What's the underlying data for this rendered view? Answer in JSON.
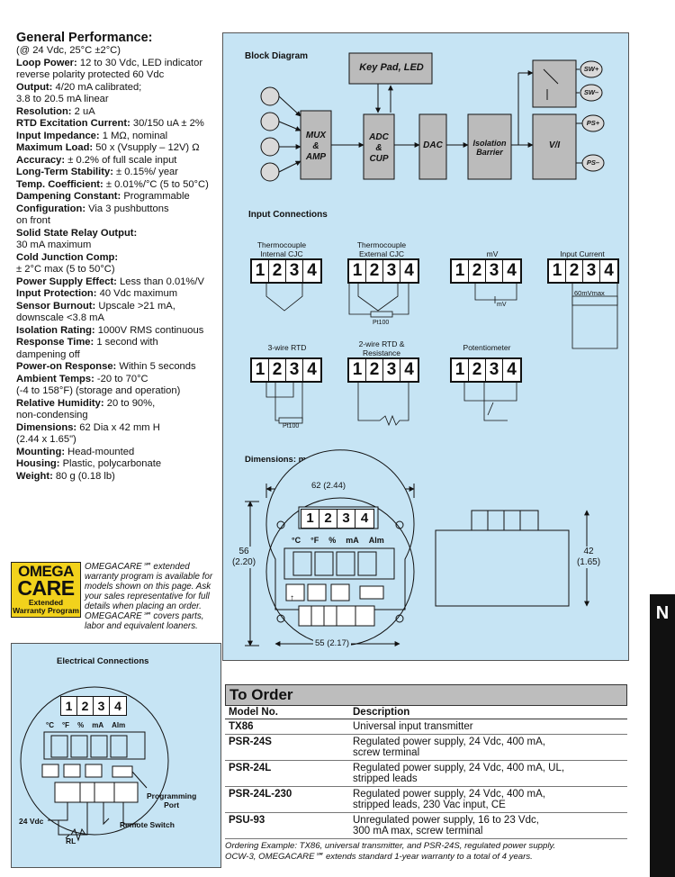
{
  "specs": {
    "title": "General Performance:",
    "subtitle": "(@ 24 Vdc, 25°C ±2°C)",
    "items": [
      {
        "label": "Loop Power:",
        "value": " 12 to 30 Vdc, LED indicator",
        "cont": [
          "reverse polarity protected 60 Vdc"
        ]
      },
      {
        "label": "Output:",
        "value": " 4/20 mA calibrated;",
        "cont": [
          "3.8 to 20.5 mA linear"
        ]
      },
      {
        "label": "Resolution:",
        "value": " 2 uA",
        "cont": []
      },
      {
        "label": "RTD Excitation Current:",
        "value": " 30/150 uA ± 2%",
        "cont": []
      },
      {
        "label": "Input Impedance:",
        "value": " 1 MΩ, nominal",
        "cont": []
      },
      {
        "label": "Maximum Load:",
        "value": " 50 x (Vsupply – 12V) Ω",
        "cont": []
      },
      {
        "label": "Accuracy:",
        "value": " ± 0.2% of full scale input",
        "cont": []
      },
      {
        "label": "Long-Term Stability:",
        "value": " ± 0.15%/ year",
        "cont": []
      },
      {
        "label": "Temp. Coefficient:",
        "value": " ± 0.01%/°C (5 to 50°C)",
        "cont": []
      },
      {
        "label": "Dampening Constant:",
        "value": " Programmable",
        "cont": []
      },
      {
        "label": "Configuration:",
        "value": " Via 3 pushbuttons",
        "cont": [
          "on front"
        ]
      },
      {
        "label": "Solid State Relay Output:",
        "value": "",
        "cont": [
          "30 mA maximum"
        ]
      },
      {
        "label": "Cold Junction Comp:",
        "value": "",
        "cont": [
          "± 2°C max (5 to 50°C)"
        ]
      },
      {
        "label": "Power Supply Effect:",
        "value": " Less than 0.01%/V",
        "cont": []
      },
      {
        "label": "Input Protection:",
        "value": " 40 Vdc maximum",
        "cont": []
      },
      {
        "label": "Sensor Burnout:",
        "value": " Upscale >21 mA,",
        "cont": [
          "downscale <3.8 mA"
        ]
      },
      {
        "label": "Isolation Rating:",
        "value": " 1000V RMS continuous",
        "cont": []
      },
      {
        "label": "Response Time:",
        "value": " 1 second with",
        "cont": [
          "dampening off"
        ]
      },
      {
        "label": "Power-on Response:",
        "value": " Within 5 seconds",
        "cont": []
      },
      {
        "label": "Ambient Temps:",
        "value": " -20 to 70°C",
        "cont": [
          "(-4 to 158°F) (storage and operation)"
        ]
      },
      {
        "label": "Relative Humidity:",
        "value": " 20 to 90%,",
        "cont": [
          "non-condensing"
        ]
      },
      {
        "label": "Dimensions:",
        "value": " 62 Dia x 42 mm H",
        "cont": [
          "(2.44 x 1.65\")"
        ]
      },
      {
        "label": "Mounting:",
        "value": " Head-mounted",
        "cont": []
      },
      {
        "label": "Housing:",
        "value": " Plastic, polycarbonate",
        "cont": []
      },
      {
        "label": "Weight:",
        "value": " 80 g (0.18 lb)",
        "cont": []
      }
    ]
  },
  "omegacare": {
    "logo_l1": "OMEGA",
    "logo_l2": "CARE",
    "logo_l3": "Extended Warranty Program",
    "text": "OMEGACARE℠ extended warranty program is available for models shown on this page. Ask your sales representative for full details when placing an order. OMEGACARE℠ covers parts, labor and equivalent loaners."
  },
  "block": {
    "title": "Block Diagram",
    "keypad": "Key Pad, LED",
    "mux": [
      "MUX",
      "&",
      "AMP"
    ],
    "adc": [
      "ADC",
      "&",
      "CUP"
    ],
    "dac": "DAC",
    "iso": [
      "Isolation",
      "Barrier"
    ],
    "vi": "V/I",
    "sw_plus": "SW+",
    "sw_minus": "SW–",
    "ps_plus": "PS+",
    "ps_minus": "PS–"
  },
  "inputs": {
    "title": "Input Connections",
    "terminal": [
      "1",
      "2",
      "3",
      "4"
    ],
    "tc_int": [
      "Thermocouple",
      "Internal CJC"
    ],
    "tc_ext": [
      "Thermocouple",
      "External CJC"
    ],
    "mv": "mV",
    "mv_label": "mV",
    "current": "Input Current",
    "current_res": "60mVmax",
    "rtd3": "3-wire RTD",
    "rtd2": [
      "2-wire RTD &",
      "Resistance"
    ],
    "pot": "Potentiometer",
    "pt100": "Pt100"
  },
  "dims": {
    "title": "Dimensions: mm (inch)",
    "width": "62 (2.44)",
    "height_a": "56",
    "height_b": "(2.20)",
    "bottom": "55 (2.17)",
    "depth_a": "42",
    "depth_b": "(1.65)",
    "units": [
      "°C",
      "°F",
      "%",
      "mA",
      "Alm"
    ]
  },
  "electrical": {
    "title": "Electrical Connections",
    "prog_port": [
      "Programming",
      "Port"
    ],
    "vdc": "24 Vdc",
    "rl": "RL",
    "remote": "Remote Switch"
  },
  "order": {
    "title": "To Order",
    "col_model": "Model No.",
    "col_desc": "Description",
    "rows": [
      {
        "model": "TX86",
        "desc": [
          "Universal input transmitter"
        ]
      },
      {
        "model": "PSR-24S",
        "desc": [
          "Regulated power supply, 24 Vdc, 400 mA,",
          "screw terminal"
        ]
      },
      {
        "model": "PSR-24L",
        "desc": [
          "Regulated power supply, 24 Vdc, 400 mA, UL,",
          "stripped leads"
        ]
      },
      {
        "model": "PSR-24L-230",
        "desc": [
          "Regulated power supply, 24 Vdc, 400 mA,",
          "stripped leads, 230 Vac input, CE"
        ]
      },
      {
        "model": "PSU-93",
        "desc": [
          "Unregulated power supply, 16 to 23 Vdc,",
          "300 mA max, screw terminal"
        ]
      }
    ],
    "note1": "Ordering Example: TX86, universal transmitter, and PSR-24S, regulated power supply.",
    "note2": "OCW-3, OMEGACARE℠ extends standard 1-year warranty to a total of 4 years."
  },
  "tab": "N"
}
